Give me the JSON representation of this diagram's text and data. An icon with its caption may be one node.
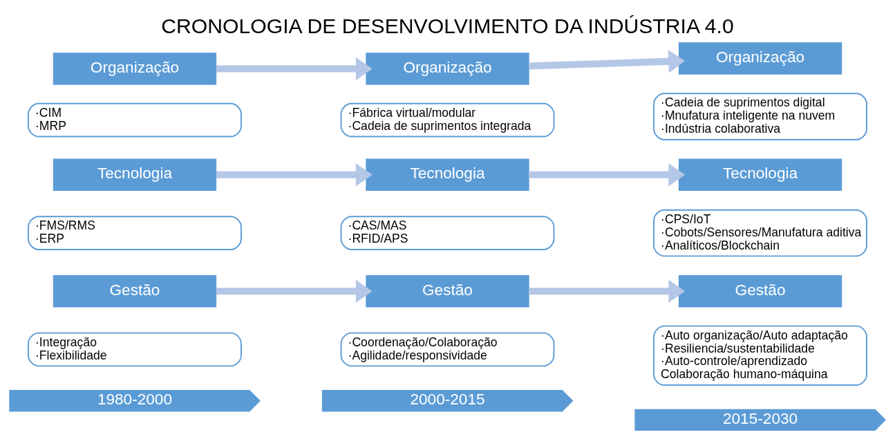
{
  "diagram": {
    "title": "CRONOLOGIA DE DESENVOLVIMENTO DA INDÚSTRIA 4.0",
    "nodes": [
      {
        "text": [
          "Organização"
        ]
      },
      {
        "text": [
          "·CIM",
          "·MRP"
        ]
      },
      {
        "text": [
          "Organização"
        ]
      },
      {
        "text": [
          "·Fábrica virtual/modular",
          "·Cadeia de suprimentos integrada"
        ]
      },
      {
        "text": [
          "Organização"
        ]
      },
      {
        "text": [
          "·Cadeia de suprimentos digital",
          "·Mnufatura inteligente na nuvem",
          "·Indústria colaborativa"
        ]
      },
      {
        "text": [
          "Tecnologia"
        ]
      },
      {
        "text": [
          "·FMS/RMS",
          "·ERP"
        ]
      },
      {
        "text": [
          "Tecnologia"
        ]
      },
      {
        "text": [
          "·CAS/MAS",
          "·RFID/APS"
        ]
      },
      {
        "text": [
          "Tecnologia"
        ]
      },
      {
        "text": [
          "·CPS/IoT",
          "·Cobots/Sensores/Manufatura aditiva",
          "·Analíticos/Blockchain"
        ]
      },
      {
        "text": [
          "Gestão"
        ]
      },
      {
        "text": [
          "·Integração",
          "·Flexibilidade"
        ]
      },
      {
        "text": [
          "Gestão"
        ]
      },
      {
        "text": [
          "·Coordenação/Colaboração",
          "·Agilidade/responsividade"
        ]
      },
      {
        "text": [
          "Gestão"
        ]
      },
      {
        "text": [
          "·Auto organização/Auto adaptação",
          "·Resiliencia/sustentabilidade",
          "·Auto-controle/aprendizado",
          "Colaboração humano-máquina"
        ]
      },
      {
        "text": [
          "1980-2000"
        ]
      },
      {
        "text": [
          "2000-2015"
        ]
      },
      {
        "text": [
          "2015-2030"
        ]
      }
    ],
    "edges": [
      {
        "from": 0,
        "to": 2,
        "arrow": "to"
      },
      {
        "from": 2,
        "to": 4,
        "arrow": "to"
      },
      {
        "from": 6,
        "to": 8,
        "arrow": "to"
      },
      {
        "from": 8,
        "to": 10,
        "arrow": "to"
      },
      {
        "from": 12,
        "to": 14,
        "arrow": "to"
      },
      {
        "from": 14,
        "to": 16,
        "arrow": "to"
      }
    ]
  }
}
